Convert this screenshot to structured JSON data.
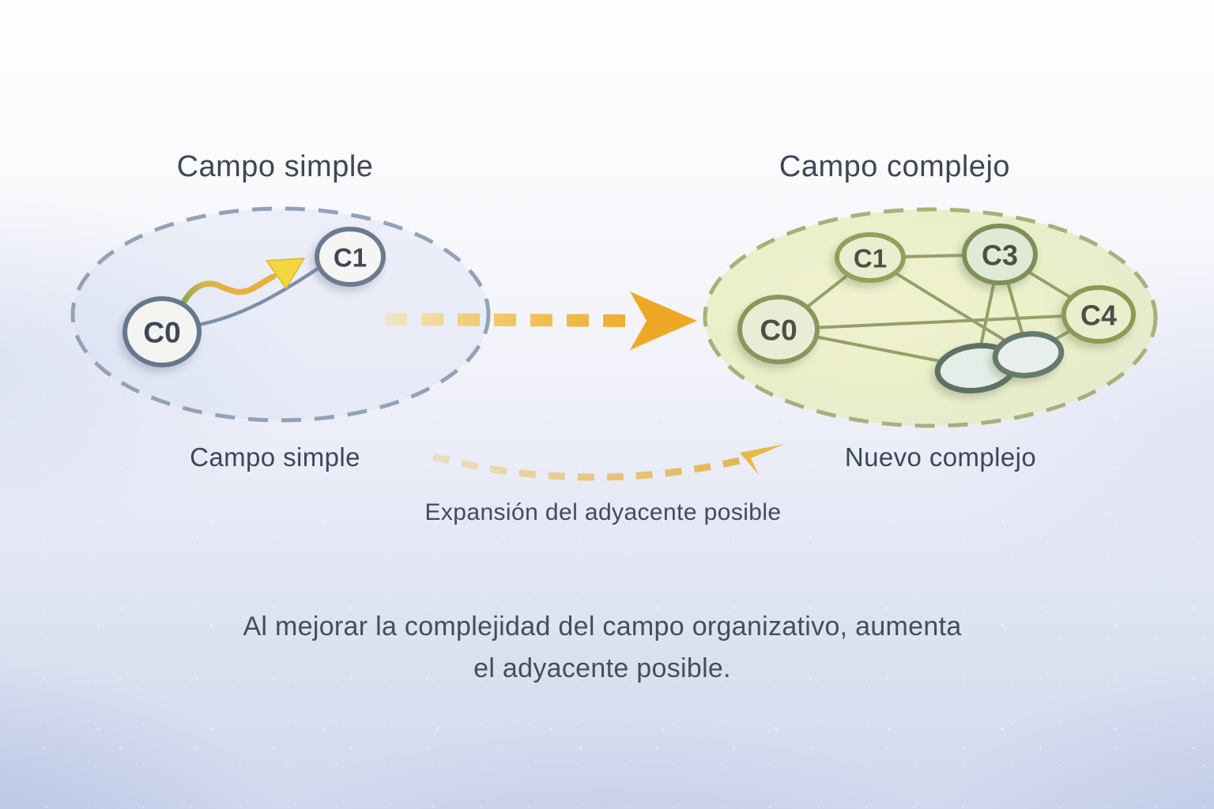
{
  "left_panel": {
    "title": "Campo simple",
    "bottom_label": "Campo simple",
    "nodes": [
      {
        "label": "C0"
      },
      {
        "label": "C1"
      }
    ]
  },
  "right_panel": {
    "title": "Campo complejo",
    "bottom_label": "Nuevo complejo",
    "nodes": [
      {
        "label": "C0"
      },
      {
        "label": "C1"
      },
      {
        "label": "C3"
      },
      {
        "label": "C4"
      },
      {
        "label": ""
      },
      {
        "label": ""
      }
    ]
  },
  "transition": {
    "label": "Expansión del adyacente posible"
  },
  "caption": {
    "line1": "Al mejorar la complejidad del campo organizativo, aumenta",
    "line2": "el adyacente posible."
  },
  "colors": {
    "accent_orange": "#efac2a",
    "accent_gold": "#e7bb4f",
    "arrowhead_yellow": "#f2d83e",
    "field_simple_stroke": "#93a2b8",
    "field_simple_fill": "#dde3f2",
    "field_complex_stroke": "#a8b07b",
    "field_complex_fill": "#edefcb",
    "node_simple_fill": "#f3f4f0",
    "node_simple_stroke": "#67778c",
    "node_complex_fill": "#e8eecf",
    "node_complex_stroke": "#84935a",
    "node_new_fill": "#e5ede9",
    "node_new_stroke": "#5f7268",
    "edge_simple": "#7b90a8",
    "edge_complex": "#8c9b60",
    "text": "#3d4757"
  }
}
